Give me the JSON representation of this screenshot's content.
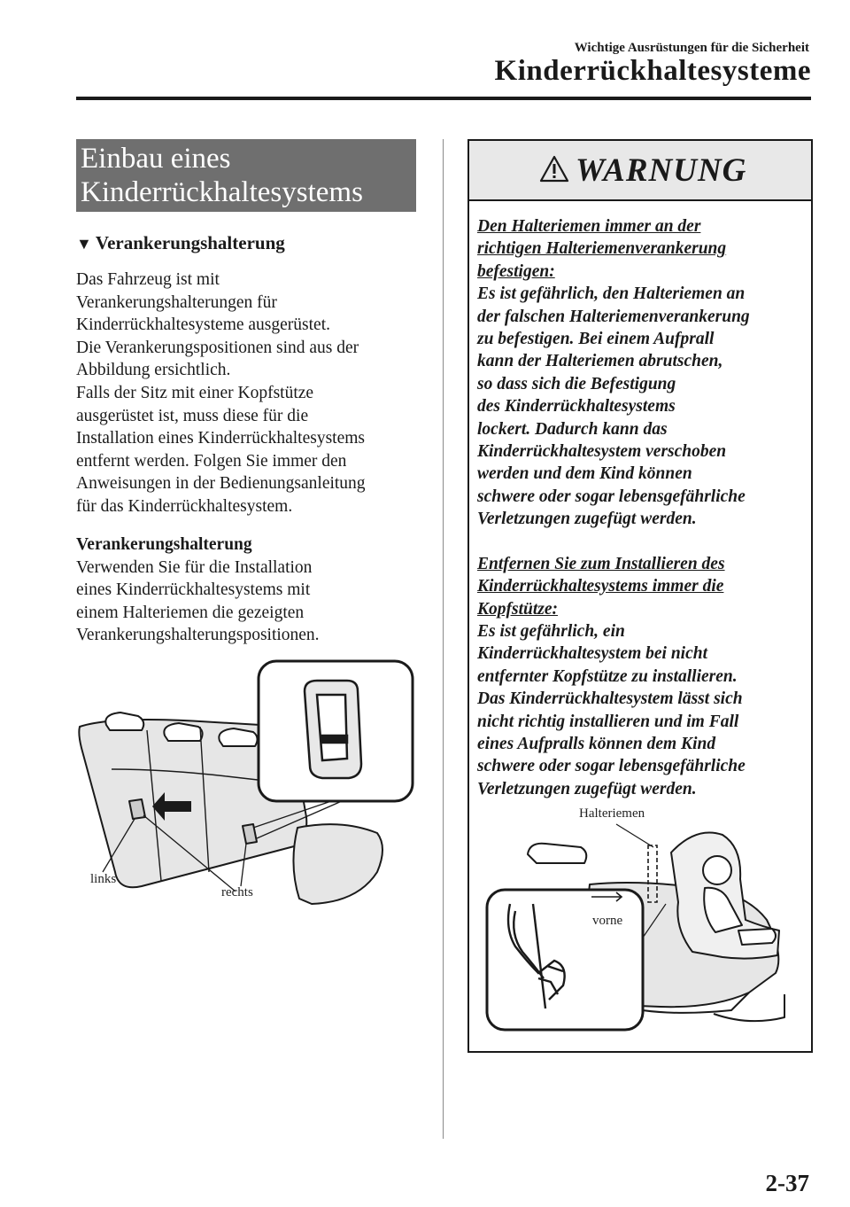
{
  "header": {
    "subtitle": "Wichtige Ausrüstungen für die Sicherheit",
    "title": "Kinderrückhaltesysteme"
  },
  "section": {
    "title_line1": "Einbau eines",
    "title_line2": "Kinderrückhaltesystems",
    "subheading": "Verankerungshalterung"
  },
  "body": {
    "para1": [
      "Das Fahrzeug ist mit",
      "Verankerungshalterungen für",
      "Kinderrückhaltesysteme ausgerüstet.",
      "Die Verankerungspositionen sind aus der",
      "Abbildung ersichtlich.",
      "Falls der Sitz mit einer Kopfstütze",
      "ausgerüstet ist, muss diese für die",
      "Installation eines Kinderrückhaltesystems",
      "entfernt werden. Folgen Sie immer den",
      "Anweisungen in der Bedienungsanleitung",
      "für das Kinderrückhaltesystem."
    ],
    "para2_heading": "Verankerungshalterung",
    "para2": [
      "Verwenden Sie für die Installation",
      "eines Kinderrückhaltesystems mit",
      "einem Halteriemen die gezeigten",
      "Verankerungshalterungspositionen."
    ]
  },
  "figure_seat": {
    "label_left": "links",
    "label_right": "rechts"
  },
  "warning": {
    "title": "WARNUNG",
    "block1_heading": [
      "Den Halteriemen immer an der",
      "richtigen Halteriemenverankerung",
      "befestigen:"
    ],
    "block1_text": [
      "Es ist gefährlich, den Halteriemen an",
      "der falschen Halteriemenverankerung",
      "zu befestigen. Bei einem Aufprall",
      "kann der Halteriemen abrutschen,",
      "so dass sich die Befestigung",
      "des Kinderrückhaltesystems",
      "lockert. Dadurch kann das",
      "Kinderrückhaltesystem verschoben",
      "werden und dem Kind können",
      "schwere oder sogar lebensgefährliche",
      "Verletzungen zugefügt werden."
    ],
    "block2_heading": [
      "Entfernen Sie zum Installieren des",
      "Kinderrückhaltesystems immer die",
      "Kopfstütze:"
    ],
    "block2_text": [
      "Es ist gefährlich, ein",
      "Kinderrückhaltesystem bei nicht",
      "entfernter Kopfstütze zu installieren.",
      "Das Kinderrückhaltesystem lässt sich",
      "nicht richtig installieren und im Fall",
      "eines Aufpralls können dem Kind",
      "schwere oder sogar lebensgefährliche",
      "Verletzungen zugefügt werden."
    ]
  },
  "figure_child": {
    "label_strap": "Halteriemen",
    "label_front": "vorne"
  },
  "page_number": "2-37"
}
